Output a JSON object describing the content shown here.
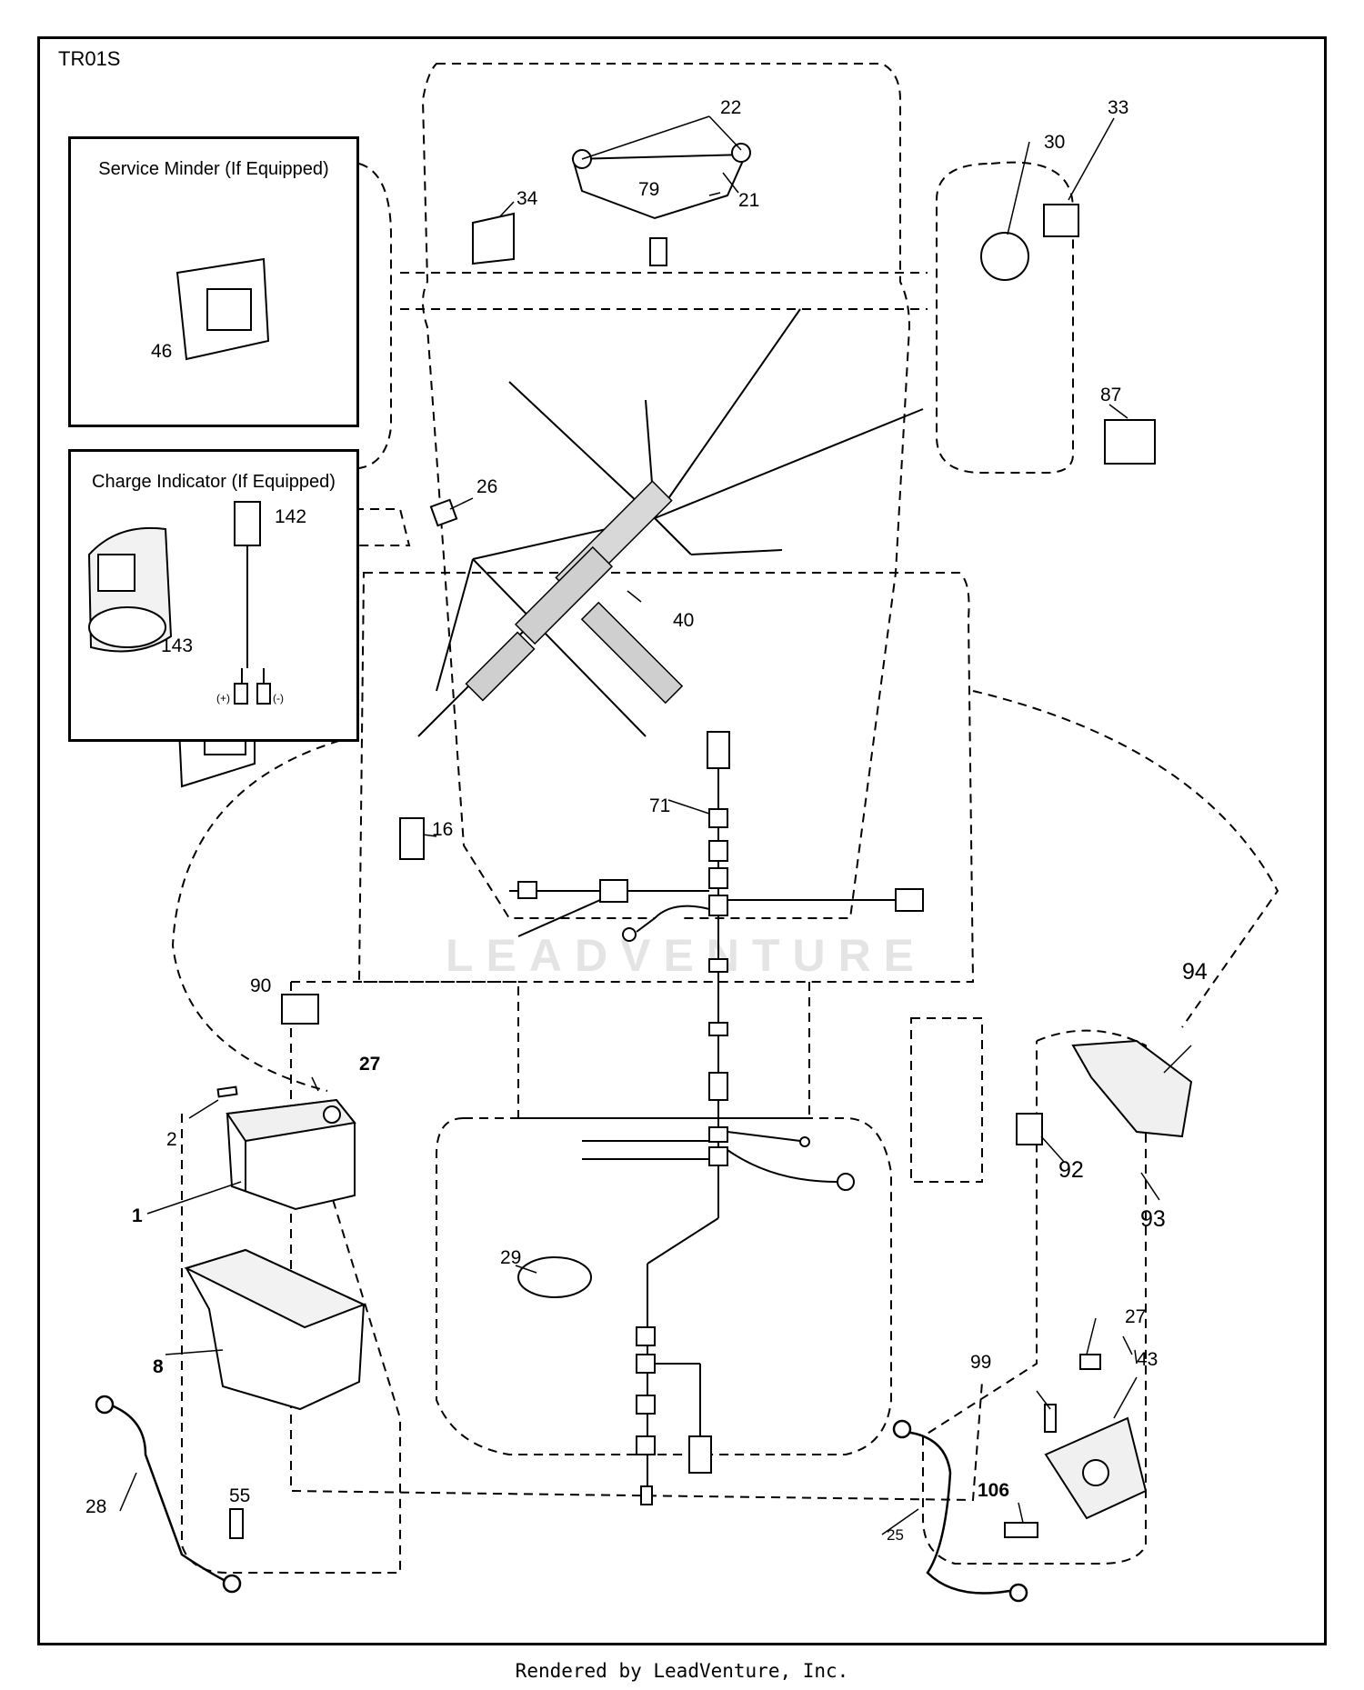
{
  "diagram_code": "TR01S",
  "watermark": "LEADVENTURE",
  "footer": "Rendered by LeadVenture, Inc.",
  "insets": {
    "service_minder": {
      "title": "Service Minder (If Equipped)"
    },
    "charge_indicator": {
      "title": "Charge Indicator (If Equipped)",
      "polarity_pos": "(+)",
      "polarity_neg": "(-)"
    }
  },
  "callouts": {
    "p1": "1",
    "p2": "2",
    "p8": "8",
    "p16": "16",
    "p21": "21",
    "p22": "22",
    "p25": "25",
    "p26": "26",
    "p27a": "27",
    "p27b": "27",
    "p28": "28",
    "p29": "29",
    "p30": "30",
    "p33": "33",
    "p34": "34",
    "p40": "40",
    "p43": "43",
    "p46": "46",
    "p55": "55",
    "p71": "71",
    "p79": "79",
    "p87": "87",
    "p90": "90",
    "p92": "92",
    "p93": "93",
    "p94": "94",
    "p99": "99",
    "p106": "106",
    "p142": "142",
    "p143": "143"
  }
}
